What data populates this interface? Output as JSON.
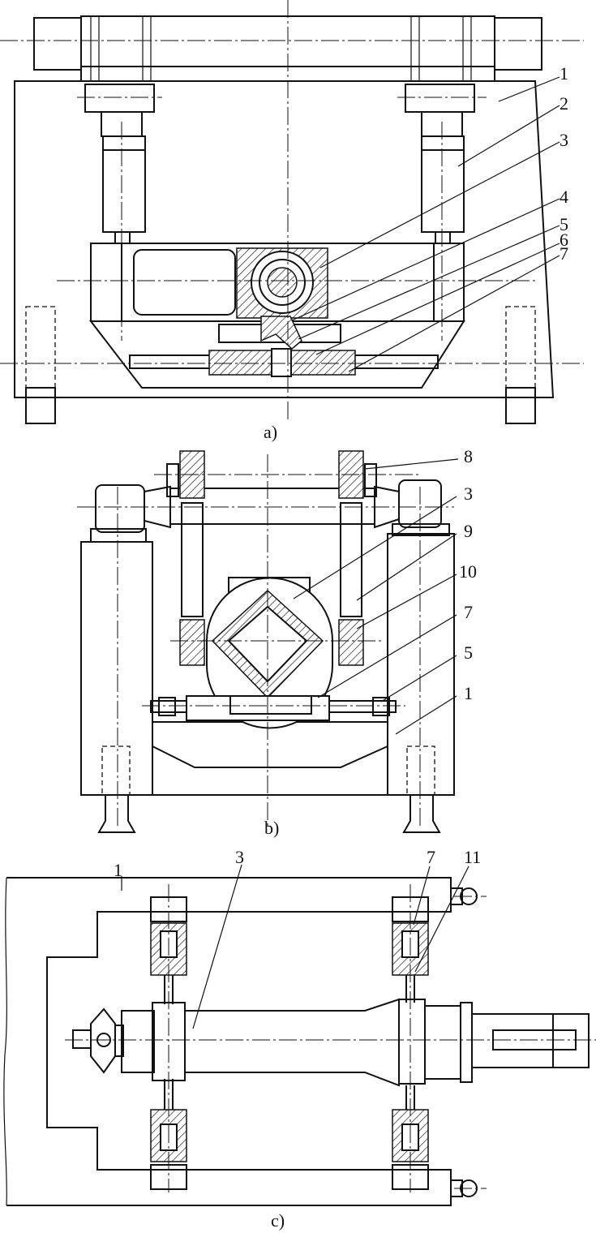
{
  "figure": {
    "captions": {
      "a": "a)",
      "b": "b)",
      "c": "c)"
    },
    "labels_a": [
      "1",
      "2",
      "3",
      "4",
      "5",
      "6",
      "7"
    ],
    "labels_b": [
      "8",
      "3",
      "9",
      "10",
      "7",
      "5",
      "1"
    ],
    "labels_c": [
      "1",
      "3",
      "7",
      "11"
    ]
  }
}
